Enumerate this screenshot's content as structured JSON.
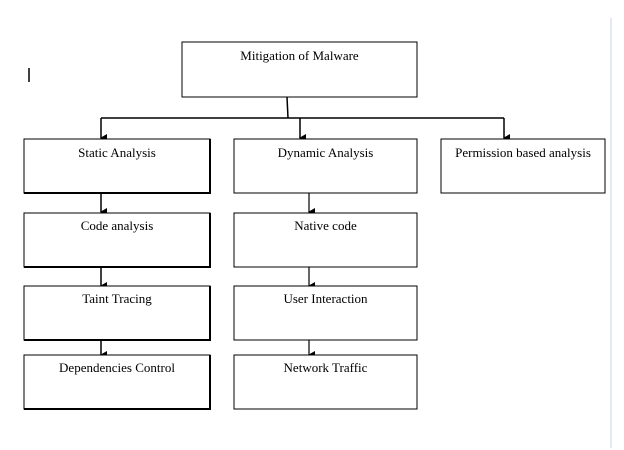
{
  "diagram": {
    "colors": {
      "stroke": "#000000",
      "fill": "#ffffff",
      "page_border": "#c8d4e0"
    },
    "root": {
      "label": "Mitigation of Malware"
    },
    "branches": [
      {
        "label": "Static Analysis"
      },
      {
        "label": "Dynamic Analysis"
      },
      {
        "label": "Permission based analysis"
      }
    ],
    "static_chain": [
      {
        "label": "Code analysis"
      },
      {
        "label": "Taint Tracing"
      },
      {
        "label": "Dependencies Control"
      }
    ],
    "dynamic_chain": [
      {
        "label": "Native code"
      },
      {
        "label": "User Interaction"
      },
      {
        "label": "Network Traffic"
      }
    ]
  }
}
